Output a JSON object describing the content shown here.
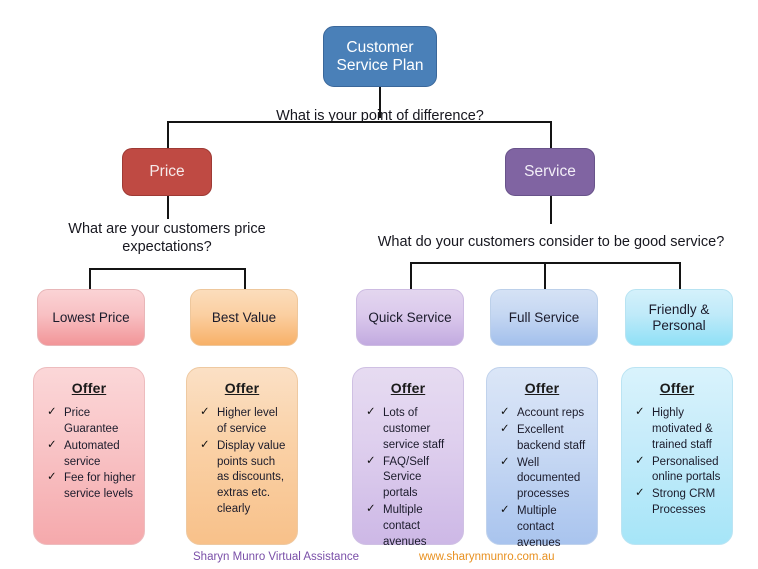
{
  "diagram": {
    "root": {
      "label": "Customer\nService Plan",
      "color": "#4A80B8"
    },
    "questions": {
      "q_root": "What is your point of difference?",
      "q_price": "What are your customers price\nexpectations?",
      "q_service": "What do your customers consider to be good service?"
    },
    "branches": [
      {
        "key": "price",
        "label": "Price",
        "color": "#BF4A43"
      },
      {
        "key": "service",
        "label": "Service",
        "color": "#8064A2"
      }
    ],
    "leaves": [
      {
        "key": "lowest",
        "label": "Lowest Price",
        "color": "#F8C0C3"
      },
      {
        "key": "best",
        "label": "Best Value",
        "color": "#FBCFA1"
      },
      {
        "key": "quick",
        "label": "Quick Service",
        "color": "#DBC9EC"
      },
      {
        "key": "full",
        "label": "Full Service",
        "color": "#C5D7F2"
      },
      {
        "key": "friendly",
        "label": "Friendly &\nPersonal",
        "color": "#BFEAF9"
      }
    ],
    "offer_title": "Offer",
    "offers": [
      {
        "key": "lowest",
        "title": "Offer",
        "items": [
          "Price Guarantee",
          "Automated service",
          "Fee for higher service  levels"
        ]
      },
      {
        "key": "best",
        "title": "Offer",
        "items": [
          "Higher level of service",
          "Display value points such as discounts, extras etc. clearly"
        ]
      },
      {
        "key": "quick",
        "title": "Offer",
        "items": [
          "Lots of customer service  staff",
          "FAQ/Self Service portals",
          "Multiple contact avenues"
        ]
      },
      {
        "key": "full",
        "title": "Offer",
        "items": [
          "Account reps",
          "Excellent backend staff",
          "Well documented processes",
          "Multiple contact avenues"
        ]
      },
      {
        "key": "friendly",
        "title": "Offer",
        "items": [
          "Highly motivated & trained staff",
          "Personalised online portals",
          "Strong CRM Processes"
        ]
      }
    ],
    "bullet_glyph": "✓"
  },
  "footer": {
    "left": "Sharyn Munro Virtual Assistance",
    "right": "www.sharynmunro.com.au",
    "left_color": "#7A4FA8",
    "right_color": "#E8901F"
  }
}
